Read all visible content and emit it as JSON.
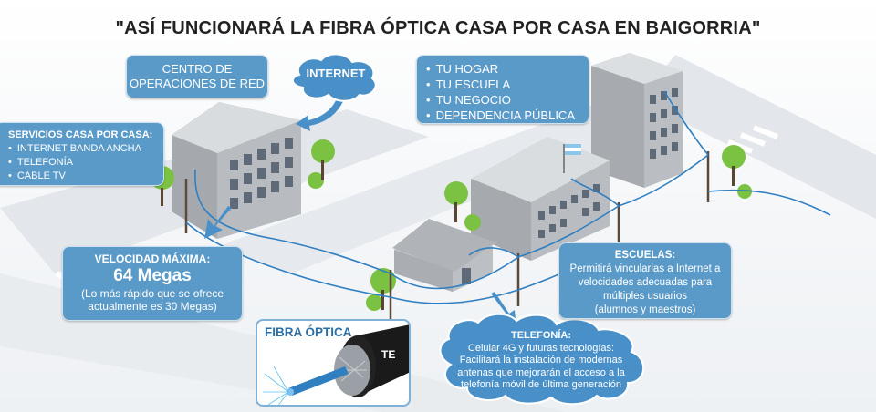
{
  "title": "\"ASÍ FUNCIONARÁ LA FIBRA ÓPTICA CASA POR CASA EN BAIGORRIA\"",
  "operations_center": {
    "line1": "CENTRO DE",
    "line2": "OPERACIONES DE RED"
  },
  "internet_cloud": "INTERNET",
  "destinations": [
    "TU HOGAR",
    "TU ESCUELA",
    "TU NEGOCIO",
    "DEPENDENCIA PÚBLICA"
  ],
  "services": {
    "heading": "SERVICIOS CASA POR CASA:",
    "items": [
      "INTERNET BANDA ANCHA",
      "TELEFONÍA",
      "CABLE TV"
    ]
  },
  "speed": {
    "heading": "VELOCIDAD MÁXIMA:",
    "value": "64 Megas",
    "note1": "(Lo más rápido que se ofrece",
    "note2": "actualmente es 30 Megas)"
  },
  "schools": {
    "heading": "ESCUELAS:",
    "lines": [
      "Permitirá vincularlas a Internet a",
      "velocidades adecuadas para",
      "múltiples usuarios",
      "(alumnos y maestros)"
    ]
  },
  "telephony": {
    "heading": "TELEFONÍA:",
    "lines": [
      "Celular 4G y futuras tecnologías:",
      "Facilitará la instalación de modernas",
      "antenas que mejorarán el acceso a la",
      "telefonía móvil de última generación"
    ]
  },
  "fiber": {
    "title": "FIBRA ÓPTICA",
    "cable_print": "TE"
  },
  "colors": {
    "box_blue": "#5a9ac8",
    "cable_blue": "#2f7fc1",
    "building_gray": "#a9adb1",
    "tree_green": "#7cc242"
  }
}
